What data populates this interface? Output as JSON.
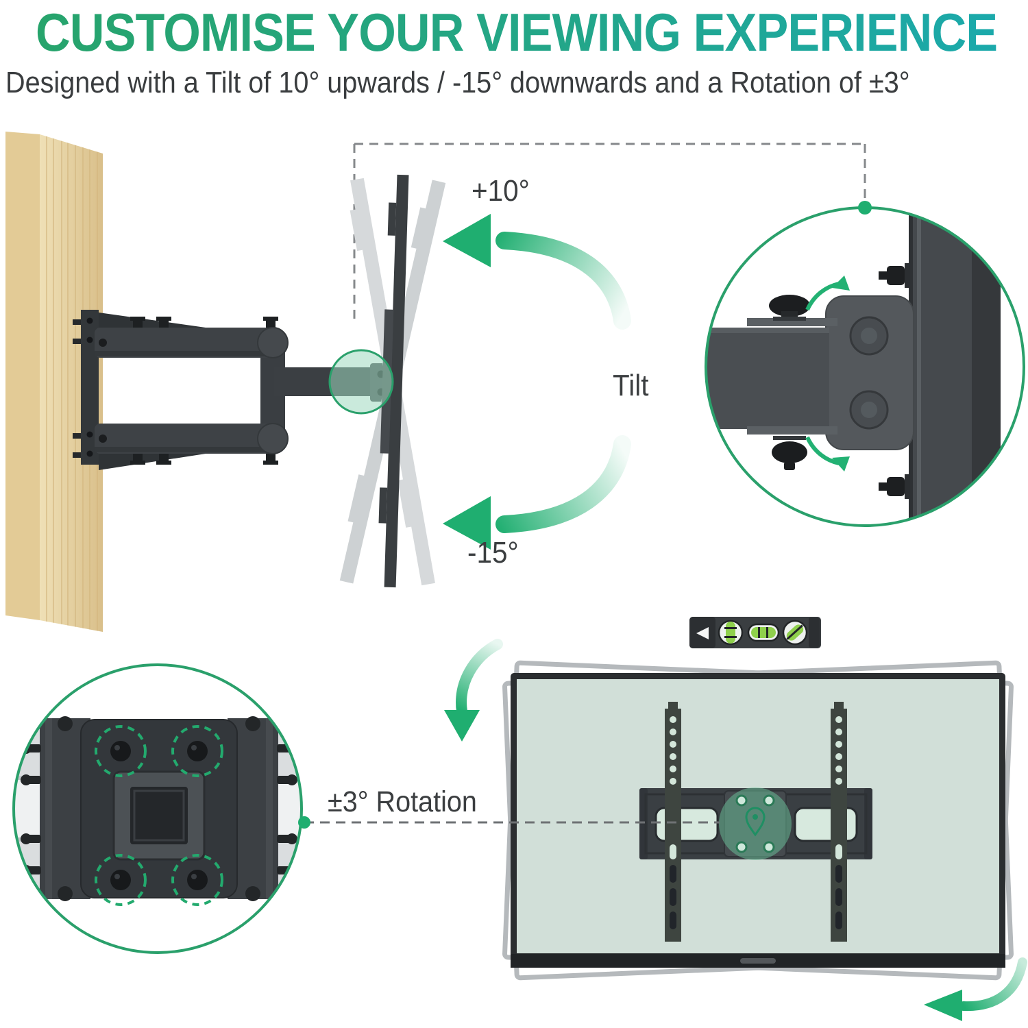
{
  "header": {
    "title": "CUSTOMISE YOUR VIEWING EXPERIENCE",
    "subtitle": "Designed with a Tilt of 10° upwards / -15° downwards and a Rotation of ±3°"
  },
  "tilt_diagram": {
    "up_angle_label": "+10°",
    "down_angle_label": "-15°",
    "tilt_label": "Tilt"
  },
  "rotation_diagram": {
    "rotation_label": "±3° Rotation"
  },
  "icons": {
    "spirit_level": "spirit-level-icon",
    "location_pin": "location-pin-icon"
  },
  "colors": {
    "title_gradient_start": "#27A46C",
    "title_gradient_end": "#1BA9AB",
    "accent_green": "#1FAE70",
    "detail_circle_stroke": "#2AA06B",
    "label_text": "#3B3E40",
    "hardware_dark": "#3A3E41",
    "ghost_gray": "#C9CCCF",
    "wood_light": "#EFE0B6",
    "wood_dark": "#DBC28E",
    "screen_tint": "#DCECE3"
  }
}
